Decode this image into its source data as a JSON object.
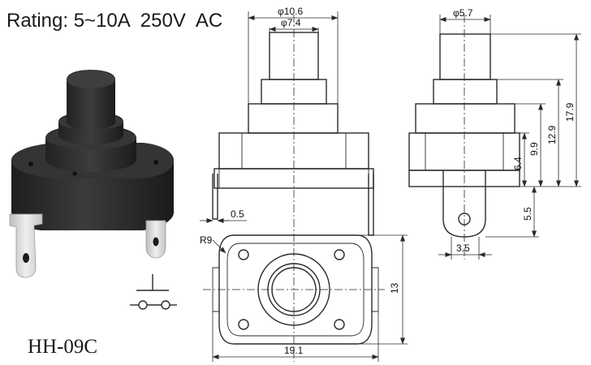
{
  "rating_text": "Rating: 5~10A  250V  AC",
  "model_text": "HH-09C",
  "dimensions": {
    "cap_outer_dia": "φ10.6",
    "cap_inner_dia": "φ7.4",
    "cap_dia_side": "φ5.7",
    "pin_thickness": "0.5",
    "corner_radius": "R9",
    "body_width": "19.1",
    "body_depth": "13",
    "total_height": "17.9",
    "height_12_9": "12.9",
    "height_9_9": "9.9",
    "height_6_4": "6.4",
    "terminal_length": "5.5",
    "terminal_width": "3.5"
  },
  "colors": {
    "body": "#2b2b2b",
    "body_highlight": "#3a3a3a",
    "terminal_metal": "#d9d9d9",
    "line": "#2a2a2a"
  }
}
